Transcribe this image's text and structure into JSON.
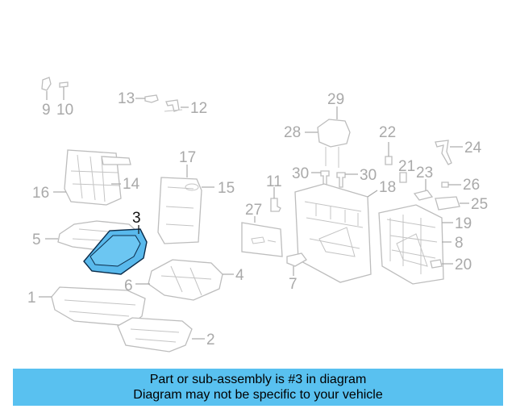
{
  "callouts": {
    "n1": "1",
    "n2": "2",
    "n3": "3",
    "n4": "4",
    "n5": "5",
    "n6": "6",
    "n7": "7",
    "n8": "8",
    "n9": "9",
    "n10": "10",
    "n11": "11",
    "n12": "12",
    "n13": "13",
    "n14": "14",
    "n15": "15",
    "n16": "16",
    "n17": "17",
    "n18": "18",
    "n19": "19",
    "n20": "20",
    "n21": "21",
    "n22": "22",
    "n23": "23",
    "n24": "24",
    "n25": "25",
    "n26": "26",
    "n27": "27",
    "n28": "28",
    "n29": "29",
    "n30a": "30",
    "n30b": "30"
  },
  "highlighted_part": "3",
  "colors": {
    "highlight": "#59b9ec",
    "banner": "#59c1f0",
    "part_line": "#bdbdbd",
    "callout": "#a9a9a9"
  },
  "notice": {
    "line1": "Part or sub-assembly is #3 in diagram",
    "line2": "Diagram may not be specific to your vehicle"
  }
}
